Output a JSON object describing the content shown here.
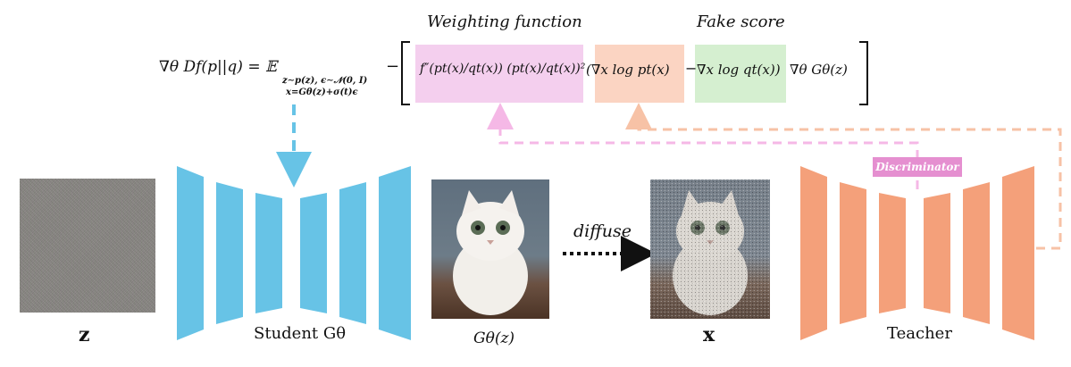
{
  "titles": {
    "weighting": "Weighting function",
    "fake": "Fake score"
  },
  "equation": {
    "lhs": "∇θ Df(p||q) = 𝔼",
    "sub1": "z∼p(z), ϵ∼𝒩(0, I)",
    "sub2": "x=Gθ(z)+σ(t)ϵ",
    "minus": "−",
    "weight_term": "f″(pt(x)/qt(x)) (pt(x)/qt(x))²",
    "real_score": "(∇x log pt(x)",
    "fake_score": "∇x log qt(x))",
    "tail": "∇θ Gθ(z)"
  },
  "labels": {
    "noise": "z",
    "student": "Student Gθ",
    "generated": "Gθ(z)",
    "diffuse": "diffuse",
    "noisy": "x",
    "teacher": "Teacher",
    "discriminator": "Discriminator"
  },
  "colors": {
    "student": "#67c3e6",
    "teacher": "#f4a07a",
    "weighting_bg": "#f4cfee",
    "real_bg": "#fbd4c2",
    "fake_bg": "#d5efd0",
    "discriminator_bg": "#e58fd0",
    "pink_arrow": "#f5b8e6",
    "orange_arrow": "#f7c2a6"
  }
}
